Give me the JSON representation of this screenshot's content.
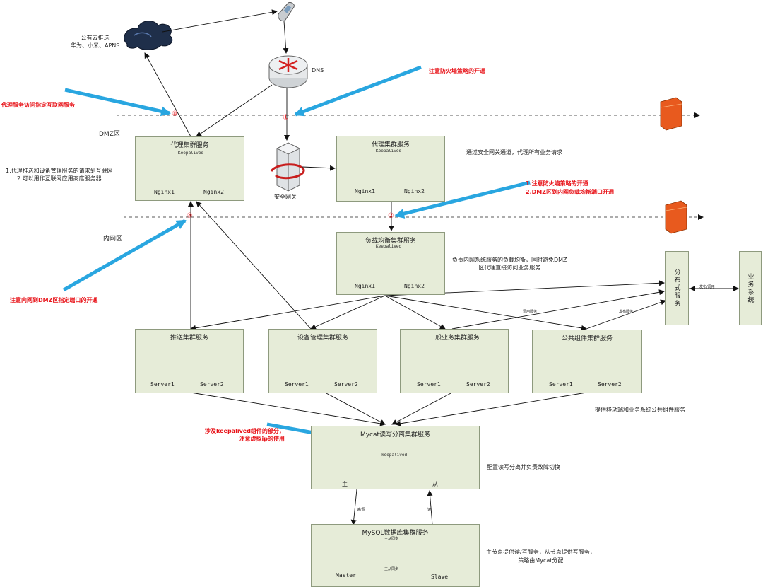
{
  "cloud": {
    "label_line1": "公有云推送",
    "label_line2": "华为、小米、APNS"
  },
  "dns": {
    "label": "DNS"
  },
  "zones": {
    "dmz": "DMZ区",
    "intranet": "内网区"
  },
  "notes": {
    "proxy_internet": "代理服务访问指定互联网服务",
    "firewall_policy": "注意防火墙策略的开通",
    "dmz_policy_line1": "1.注意防火墙策略的开通",
    "dmz_policy_line2": "2.DMZ区到内网负载均衡端口开通",
    "intranet_to_dmz": "注意内网到DMZ区指定端口的开通",
    "keepalived_line1": "涉及keepalived组件的部分，",
    "keepalived_line2": "注意虚拟ip的使用"
  },
  "circles": {
    "c10": "⑩",
    "c1": "①",
    "c4": "④",
    "c2": "②",
    "c5": "⑤"
  },
  "proxy_left": {
    "title": "代理集群服务",
    "keepalived": "Keepalived",
    "server1": "Nginx1",
    "server2": "Nginx2"
  },
  "proxy_left_desc": {
    "line1": "1.代理推送和设备管理服务的请求到互联网",
    "line2": "2.可以用作互联网应用商店服务器"
  },
  "gateway": {
    "label": "安全网关"
  },
  "proxy_right": {
    "title": "代理集群服务",
    "keepalived": "Keepalived",
    "server1": "Nginx1",
    "server2": "Nginx2"
  },
  "proxy_right_desc": "通过安全网关通道，代理所有业务请求",
  "lb": {
    "title": "负载均衡集群服务",
    "keepalived": "Keepalived",
    "server1": "Nginx1",
    "server2": "Nginx2"
  },
  "lb_desc": {
    "line1": "负责内网系统服务的负载均衡，同时避免DMZ",
    "line2": "区代理直接访问业务服务"
  },
  "distributed": {
    "label": "分布式服务"
  },
  "business": {
    "label": "业务系统"
  },
  "edge_labels": {
    "pubsub": "发布/调用",
    "call": "调用服务",
    "publish": "发布服务",
    "rw": "读/写",
    "read": "读",
    "ms_sync1": "主从同步",
    "ms_sync2": "主从同步",
    "keepalived": "keepalived"
  },
  "push": {
    "title": "推送集群服务",
    "server1": "Server1",
    "server2": "Server2"
  },
  "device": {
    "title": "设备管理集群服务",
    "server1": "Server1",
    "server2": "Server2"
  },
  "general": {
    "title": "一般业务集群服务",
    "server1": "Server1",
    "server2": "Server2"
  },
  "common": {
    "title": "公共组件集群服务",
    "server1": "Server1",
    "server2": "Server2"
  },
  "common_desc": "提供移动端和业务系统公共组件服务",
  "mycat": {
    "title": "Mycat读写分离集群服务",
    "master": "主",
    "slave": "从"
  },
  "mycat_desc": "配置读写分离并负责故障切换",
  "mysql": {
    "title": "MySQL数据库集群服务",
    "master": "Master",
    "slave": "Slave"
  },
  "mysql_desc": {
    "line1": "主节点提供读/写服务，从节点提供写服务，",
    "line2": "策略由Mycat分配"
  },
  "colors": {
    "box_fill": "#e6ecd8",
    "note_red": "#e8141a",
    "blue_arrow": "#29a6e0",
    "firewall": "#e85a1e"
  }
}
